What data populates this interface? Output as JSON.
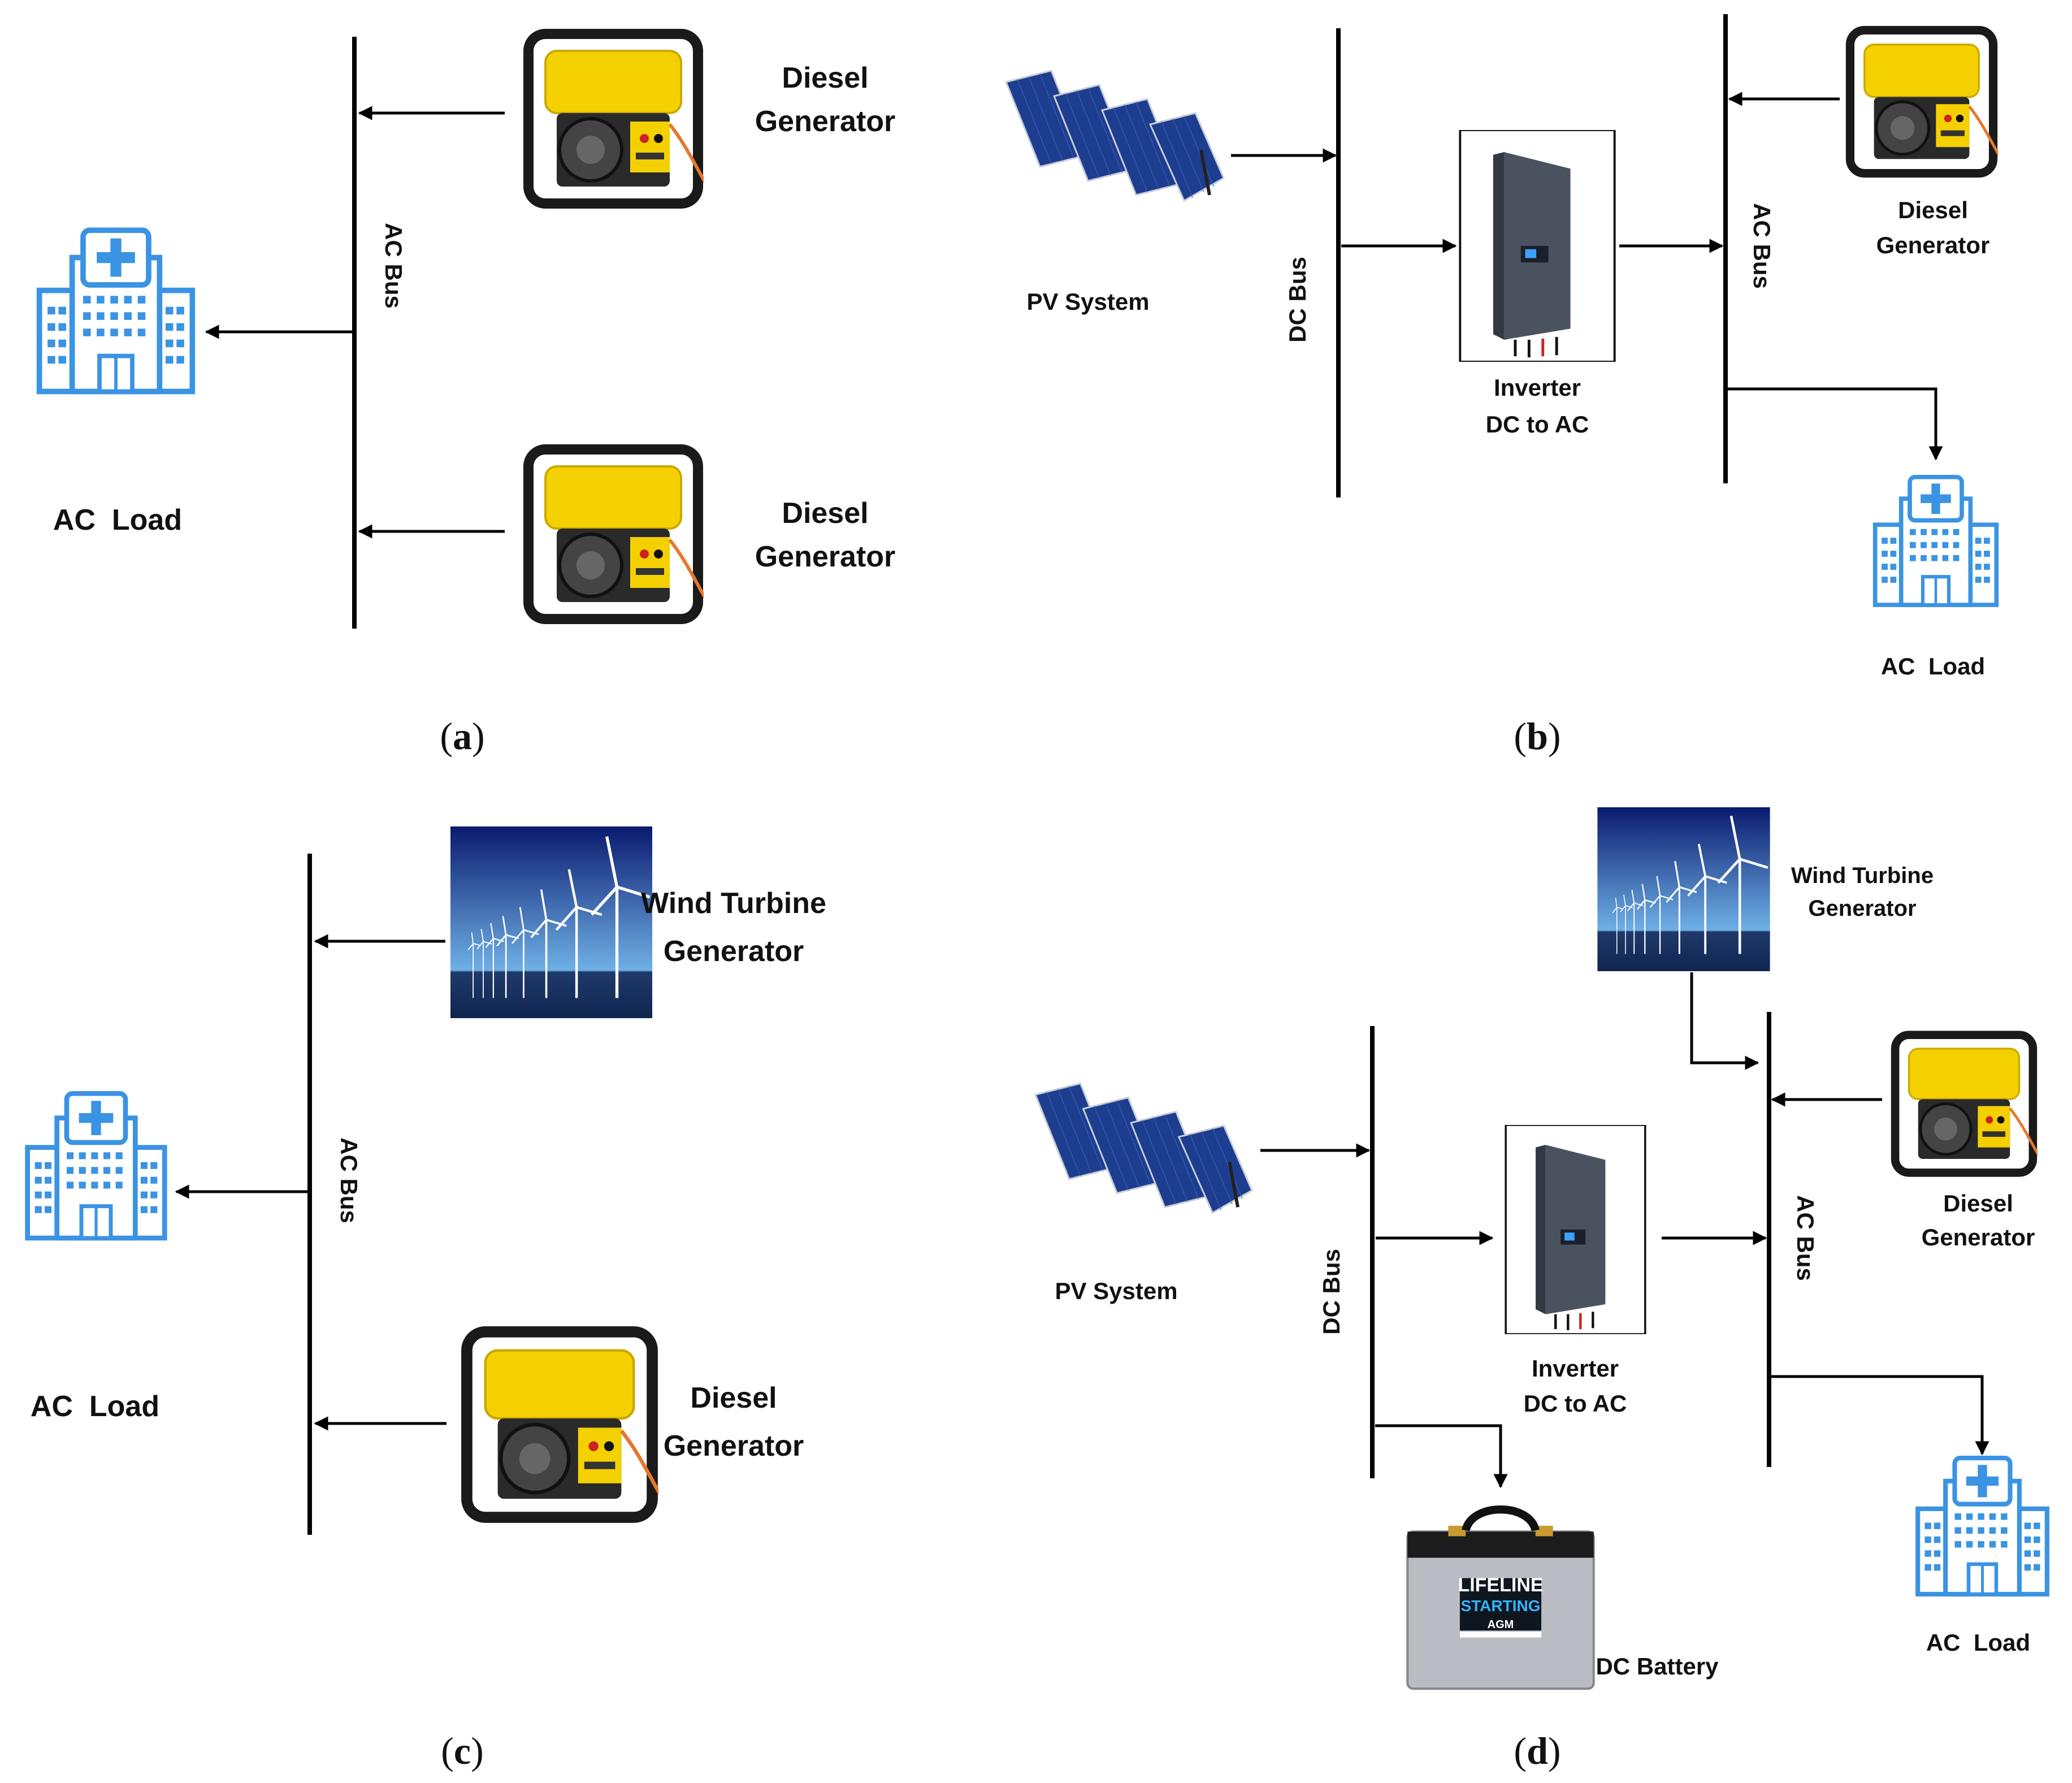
{
  "panel_a": {
    "caption": "a",
    "diesel_generator_1": [
      "Diesel",
      "Generator"
    ],
    "diesel_generator_2": [
      "Diesel",
      "Generator"
    ],
    "ac_bus": "AC Bus",
    "ac_load": "AC  Load"
  },
  "panel_b": {
    "caption": "b",
    "pv_system": "PV System",
    "dc_bus": "DC Bus",
    "inverter": [
      "Inverter",
      "DC to AC"
    ],
    "ac_bus": "AC Bus",
    "diesel_generator": [
      "Diesel",
      "Generator"
    ],
    "ac_load": "AC  Load"
  },
  "panel_c": {
    "caption": "c",
    "wind_turbine_generator": [
      "Wind Turbine",
      "Generator"
    ],
    "ac_bus": "AC Bus",
    "ac_load": "AC  Load",
    "diesel_generator": [
      "Diesel",
      "Generator"
    ]
  },
  "panel_d": {
    "caption": "d",
    "wind_turbine_generator": [
      "Wind Turbine",
      "Generator"
    ],
    "pv_system": "PV System",
    "dc_bus": "DC Bus",
    "inverter": [
      "Inverter",
      "DC to AC"
    ],
    "ac_bus": "AC Bus",
    "diesel_generator": [
      "Diesel",
      "Generator"
    ],
    "ac_load": "AC  Load",
    "dc_battery": "DC Battery",
    "battery_brand": [
      "LIFELINE",
      "STARTING",
      "AGM"
    ]
  },
  "colors": {
    "generator_body": "#f5d000",
    "generator_frame": "#1a1a1a",
    "hospital_blue": "#3b93e3",
    "sky_top": "#0a1a6e",
    "sky_bottom": "#6fb0e6",
    "solar_cell": "#1d3d8f",
    "inverter_body": "#4a5260"
  }
}
